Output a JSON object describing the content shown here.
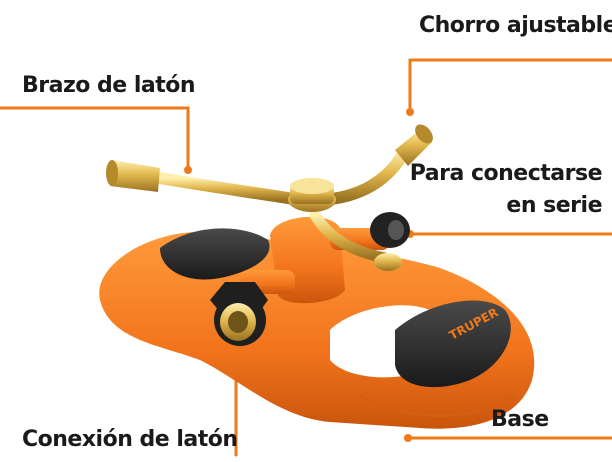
{
  "callouts": {
    "chorro": "Chorro ajustable",
    "brazo": "Brazo de latón",
    "conectar_line1": "Para conectarse",
    "conectar_line2": "en serie",
    "base": "Base",
    "conexion": "Conexión de latón"
  },
  "brand": "TRUPER",
  "colors": {
    "accent_orange": "#f07a1a",
    "body_orange": "#f2741c",
    "grip_black": "#2a2a2a",
    "brass": "#d9b04a",
    "text": "#1a1a1a"
  },
  "icons": {
    "brand_logo": "truper-bird-logo"
  }
}
